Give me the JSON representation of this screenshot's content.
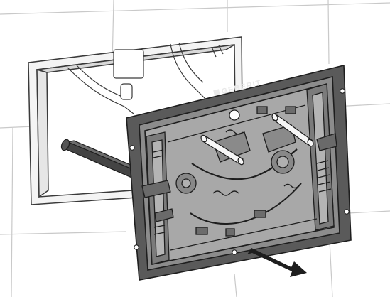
{
  "figure": {
    "brand_label": "GEBERIT",
    "palette": {
      "line": "#3a3a3a",
      "wall_tile_line": "#c9c9c9",
      "frame_light": "#f4f4f4",
      "frame_shadow": "#d9d9d9",
      "plate_dark": "#5a5a5a",
      "plate_inner": "#8c8c8c",
      "rod_dark": "#444444",
      "rod_white": "#f7f7f7",
      "arrow": "#1e1e1e"
    },
    "icons": [
      "geberit-logo-mark",
      "pull-direction-arrow"
    ]
  }
}
